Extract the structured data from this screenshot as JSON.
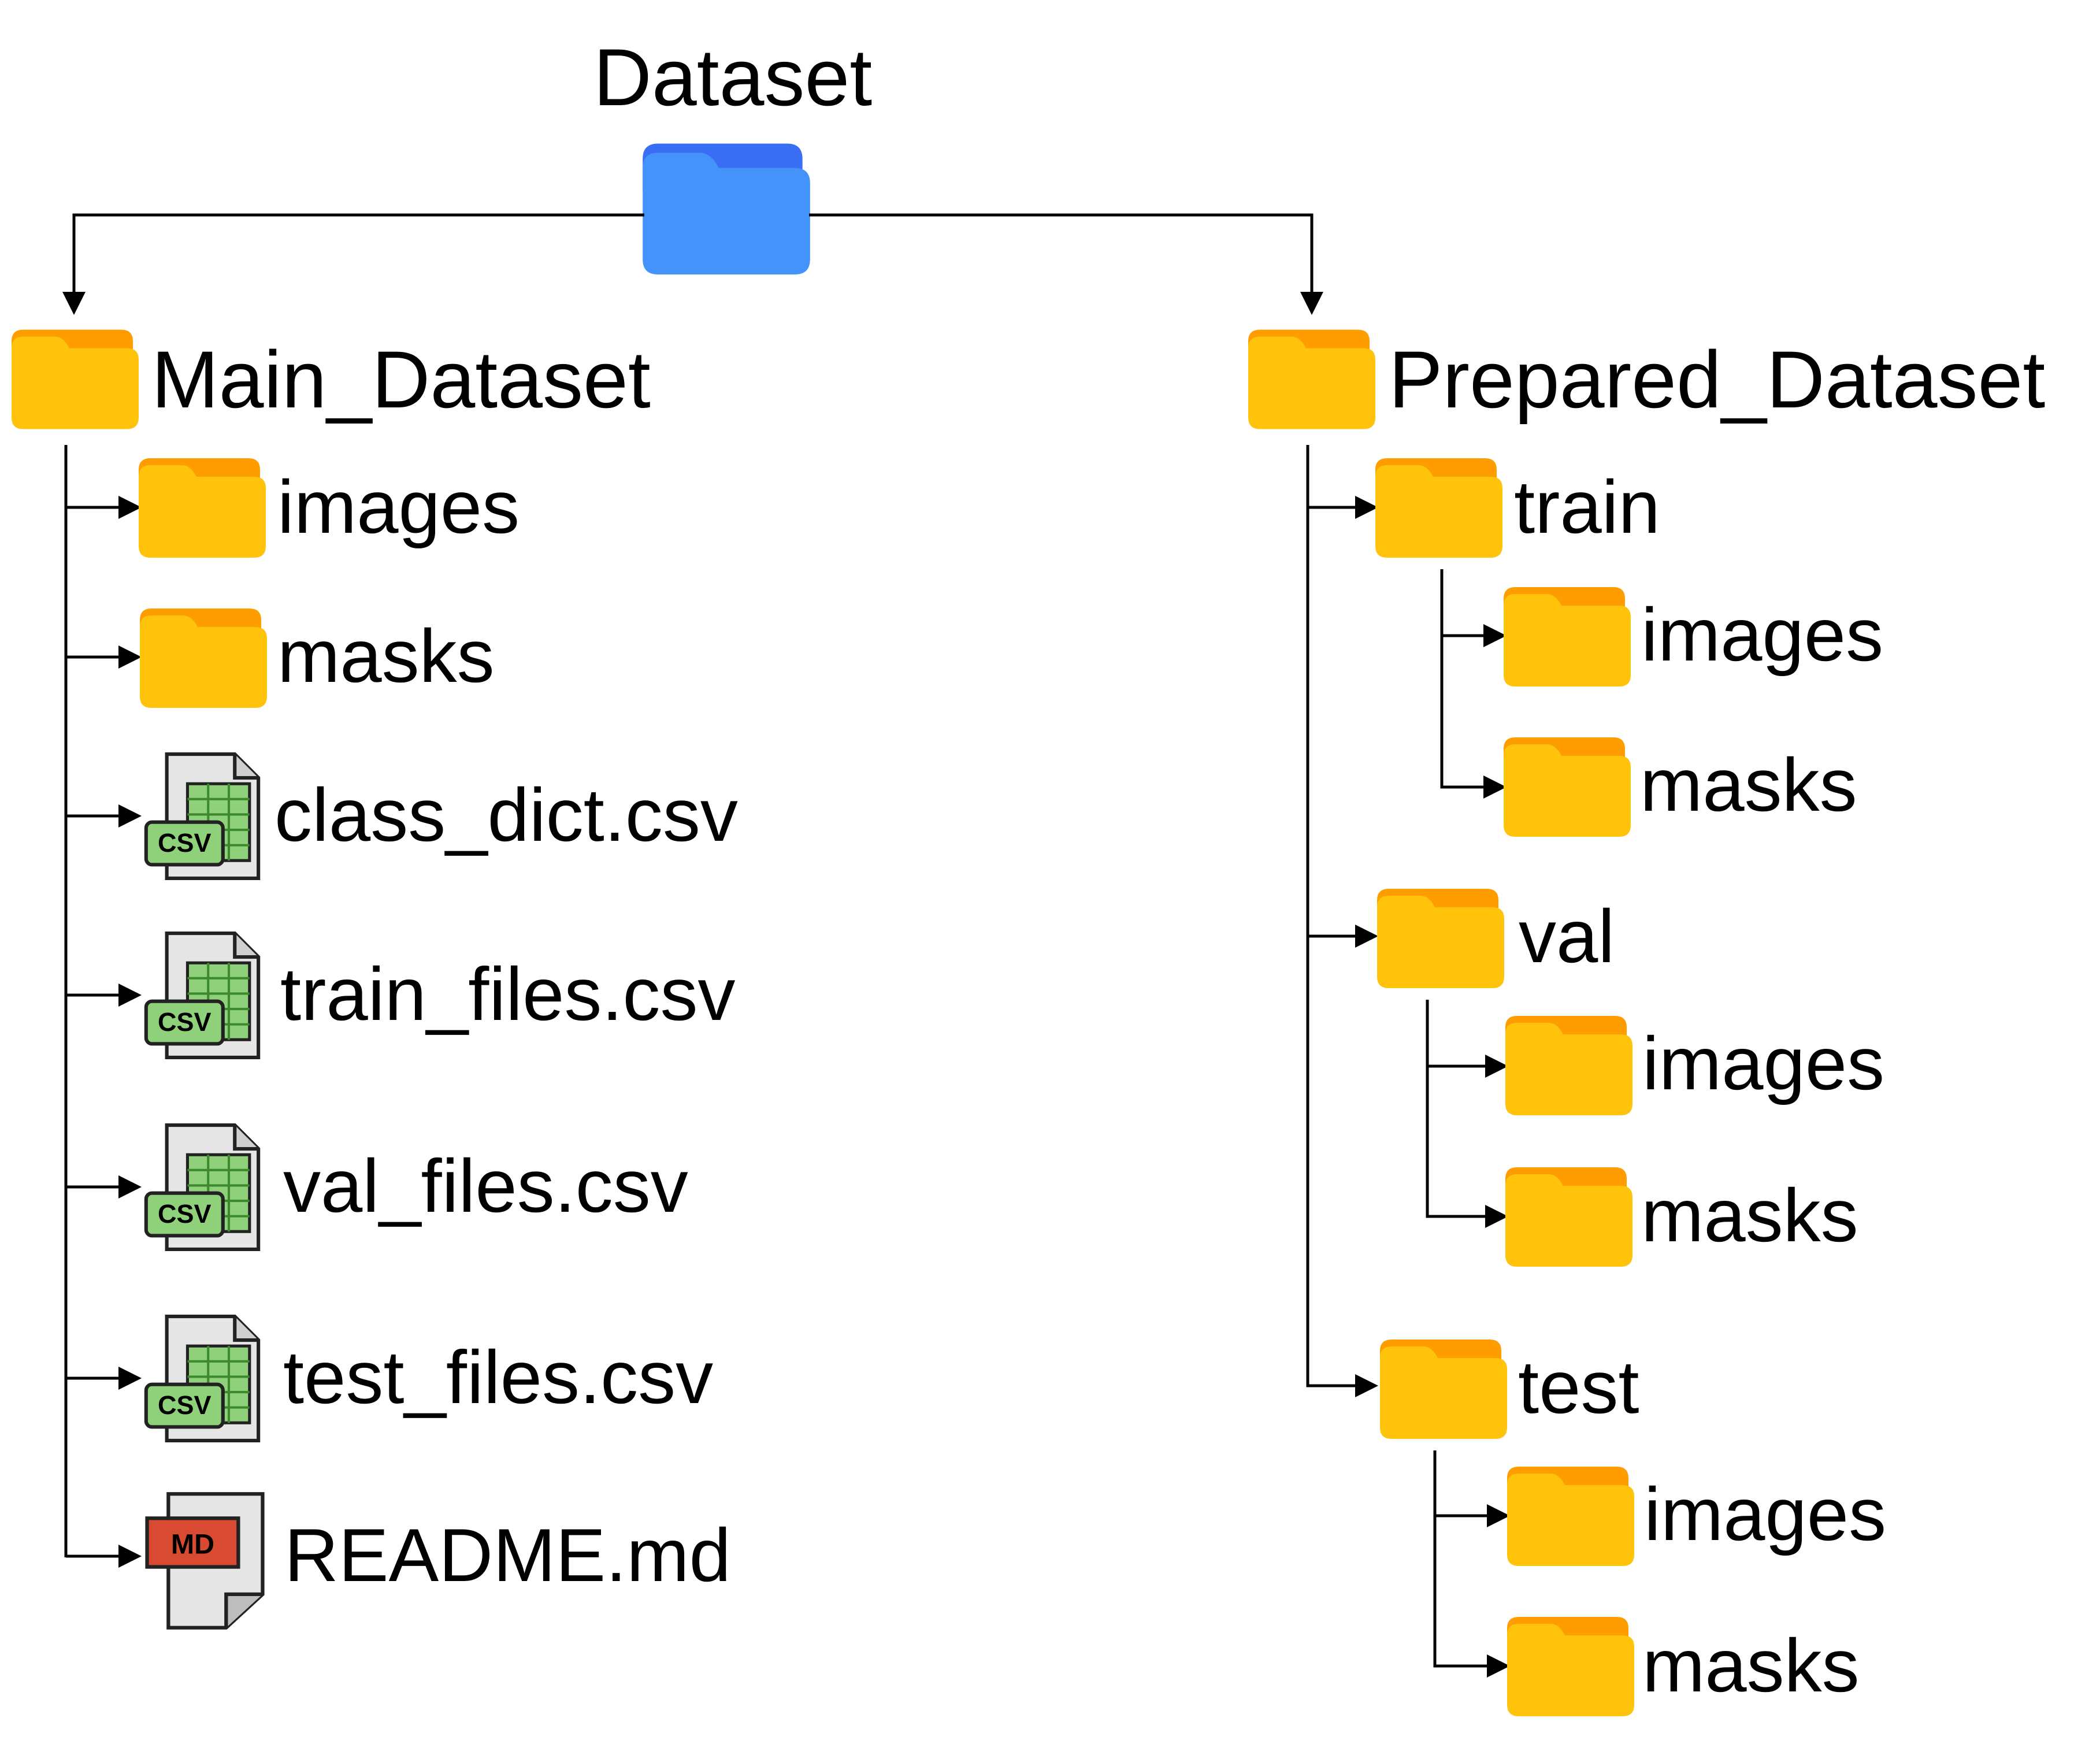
{
  "root": {
    "label": "Dataset",
    "icon": "folder-icon"
  },
  "main": {
    "label": "Main_Dataset",
    "icon": "folder-icon",
    "items": [
      {
        "label": "images",
        "icon": "folder-icon"
      },
      {
        "label": "masks",
        "icon": "folder-icon"
      },
      {
        "label": "class_dict.csv",
        "icon": "csv-file-icon",
        "badge": "CSV"
      },
      {
        "label": "train_files.csv",
        "icon": "csv-file-icon",
        "badge": "CSV"
      },
      {
        "label": "val_files.csv",
        "icon": "csv-file-icon",
        "badge": "CSV"
      },
      {
        "label": "test_files.csv",
        "icon": "csv-file-icon",
        "badge": "CSV"
      },
      {
        "label": "README.md",
        "icon": "markdown-file-icon",
        "badge": "MD"
      }
    ]
  },
  "prepared": {
    "label": "Prepared_Dataset",
    "icon": "folder-icon",
    "splits": [
      {
        "label": "train",
        "icon": "folder-icon",
        "children": [
          {
            "label": "images",
            "icon": "folder-icon"
          },
          {
            "label": "masks",
            "icon": "folder-icon"
          }
        ]
      },
      {
        "label": "val",
        "icon": "folder-icon",
        "children": [
          {
            "label": "images",
            "icon": "folder-icon"
          },
          {
            "label": "masks",
            "icon": "folder-icon"
          }
        ]
      },
      {
        "label": "test",
        "icon": "folder-icon",
        "children": [
          {
            "label": "images",
            "icon": "folder-icon"
          },
          {
            "label": "masks",
            "icon": "folder-icon"
          }
        ]
      }
    ]
  },
  "colors": {
    "root_folder_front": "#4493fb",
    "root_folder_back": "#3a6ef5",
    "folder_front": "#ffc30c",
    "folder_back": "#ff9c00",
    "csv_badge": "#8fd07a",
    "csv_grid": "#5fb54c",
    "md_badge": "#d94a33",
    "file_body": "#e6e6e6",
    "line": "#000000"
  }
}
